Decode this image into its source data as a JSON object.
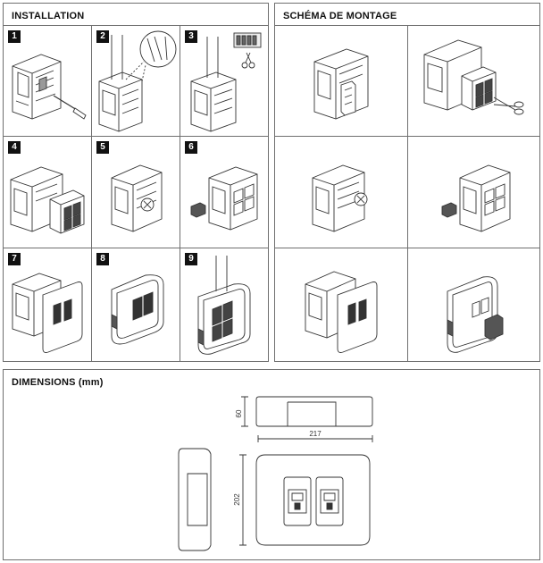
{
  "installation": {
    "title": "INSTALLATION",
    "steps": [
      {
        "number": "1",
        "illustration": "box-with-screwdriver"
      },
      {
        "number": "2",
        "illustration": "cable-duct-detail"
      },
      {
        "number": "3",
        "illustration": "box-duct-scissors"
      },
      {
        "number": "4",
        "illustration": "box-with-module"
      },
      {
        "number": "5",
        "illustration": "box-with-connector"
      },
      {
        "number": "6",
        "illustration": "box-with-plug"
      },
      {
        "number": "7",
        "illustration": "box-with-faceplate"
      },
      {
        "number": "8",
        "illustration": "assembled-box"
      },
      {
        "number": "9",
        "illustration": "assembled-box-with-duct"
      }
    ]
  },
  "schema": {
    "title": "SCHÉMA DE MONTAGE",
    "items": [
      {
        "illustration": "box-with-din-rail"
      },
      {
        "illustration": "box-with-module-scissors"
      },
      {
        "illustration": "box-with-connector"
      },
      {
        "illustration": "box-with-plug"
      },
      {
        "illustration": "box-with-faceplate"
      },
      {
        "illustration": "assembled-box-with-cover"
      }
    ]
  },
  "dimensions": {
    "title": "DIMENSIONS (mm)",
    "depth": "60",
    "width": "217",
    "height": "202"
  }
}
